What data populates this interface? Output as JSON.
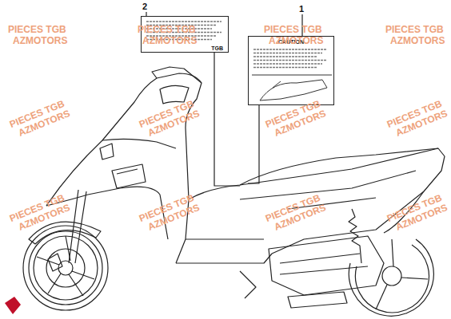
{
  "diagram": {
    "nodes": [
      {
        "text": [
          "TGB"
        ]
      },
      {
        "text": [
          "CAUTION"
        ]
      }
    ],
    "labels": [
      "2",
      "1",
      "PIECES TGB",
      "AZMOTORS",
      "PIECES TGB",
      "AZMOTORS",
      "PIECES TGB",
      "AZMOTORS",
      "PIECES TGB",
      "AZMOTORS",
      "PIECES TGB",
      "AZMOTORS",
      "PIECES TGB",
      "AZMOTORS",
      "PIECES TGB",
      "AZMOTORS",
      "PIECES TGB",
      "AZMOTORS",
      "PIECES TGB",
      "AZMOTORS",
      "PIECES TGB",
      "AZMOTORS",
      "PIECES TGB",
      "AZMOTORS",
      "PIECES TGB",
      "AZMOTORS"
    ]
  }
}
